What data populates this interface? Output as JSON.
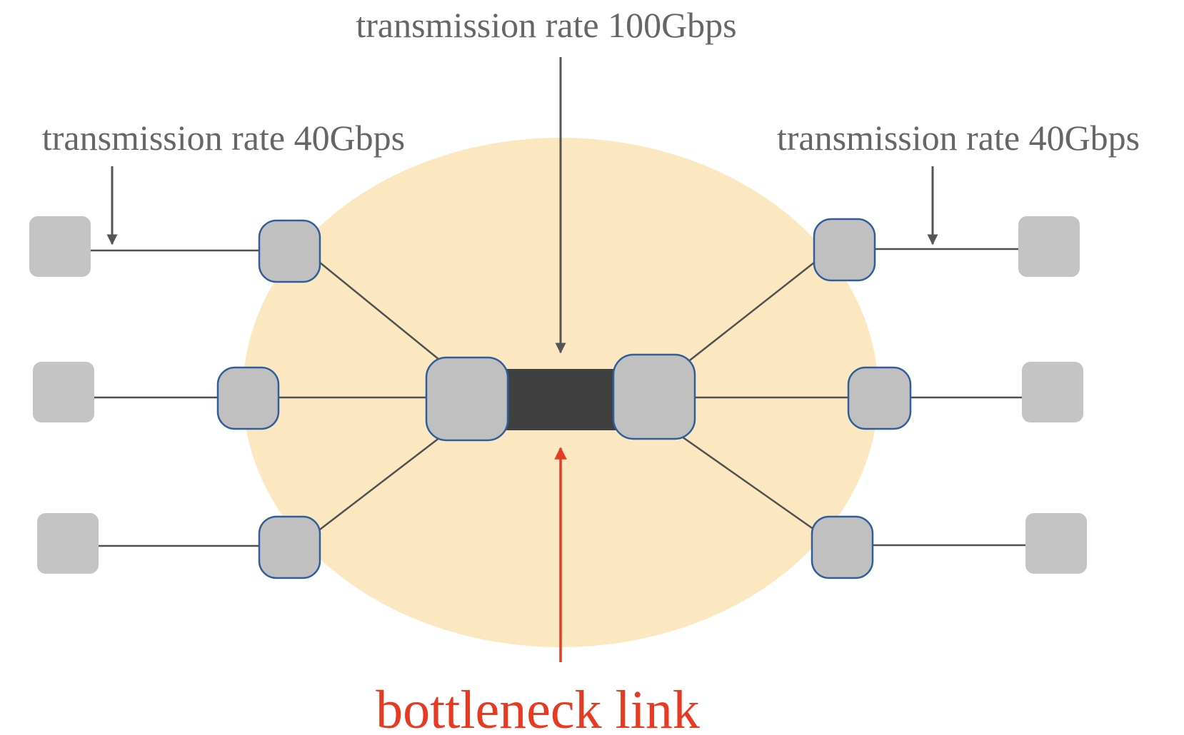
{
  "labels": {
    "core_rate": "transmission rate 100Gbps",
    "left_rate": "transmission rate 40Gbps",
    "right_rate": "transmission rate 40Gbps",
    "bottleneck": "bottleneck link"
  },
  "colors": {
    "network_region": "#fbe8c1",
    "host_fill": "#c4c4c4",
    "router_fill": "#c0c0c0",
    "router_border": "#2e5f9c",
    "bottleneck_link": "#404040",
    "label_text": "#666666",
    "bottleneck_text": "#e63a22"
  }
}
